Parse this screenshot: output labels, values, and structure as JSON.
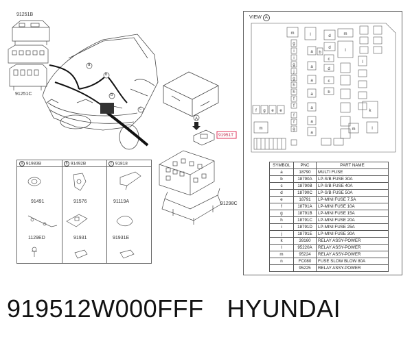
{
  "left_labels": {
    "top_fuse_box": "91251B",
    "mid_fuse_box": "91251C",
    "callout_a": "a",
    "callout_b": "b",
    "callout_c": "c",
    "part_ref": "91951T"
  },
  "lower_right_label": "91298C",
  "legend_grid": {
    "headers": [
      {
        "key": "a",
        "part": "91983B"
      },
      {
        "key": "b",
        "part": "91492B"
      },
      {
        "key": "c",
        "part": "91818"
      }
    ],
    "row1": [
      "91491",
      "91576",
      "91119A"
    ],
    "row2": [
      "1129ED",
      "91931",
      "91931E"
    ]
  },
  "view": {
    "label": "VIEW",
    "marker": "A"
  },
  "parts_table": {
    "headers": [
      "SYMBOL",
      "PNC",
      "PART NAME"
    ],
    "rows": [
      [
        "a",
        "18790",
        "MULTI FUSE"
      ],
      [
        "b",
        "18790A",
        "LP-S/B FUSE 30A"
      ],
      [
        "c",
        "18790B",
        "LP-S/B FUSE 40A"
      ],
      [
        "d",
        "18790C",
        "LP-S/B FUSE 50A"
      ],
      [
        "e",
        "18791",
        "LP-MINI FUSE 7.5A"
      ],
      [
        "f",
        "18791A",
        "LP-MINI FUSE 10A"
      ],
      [
        "g",
        "18791B",
        "LP-MINI FUSE 15A"
      ],
      [
        "h",
        "18791C",
        "LP-MINI FUSE 20A"
      ],
      [
        "i",
        "18791D",
        "LP-MINI FUSE 25A"
      ],
      [
        "j",
        "18791E",
        "LP-MINI FUSE 30A"
      ],
      [
        "k",
        "39160",
        "RELAY ASSY-POWER"
      ],
      [
        "l",
        "95220A",
        "RELAY ASSY-POWER"
      ],
      [
        "m",
        "95224",
        "RELAY ASSY-POWER"
      ],
      [
        "n",
        "FC080",
        "FUSE SLOW BLOW 80A"
      ],
      [
        "",
        "95225",
        "RELAY ASSY-POWER"
      ]
    ]
  },
  "footer": {
    "part_number": "919512W000FFF",
    "brand": "HYUNDAI"
  }
}
